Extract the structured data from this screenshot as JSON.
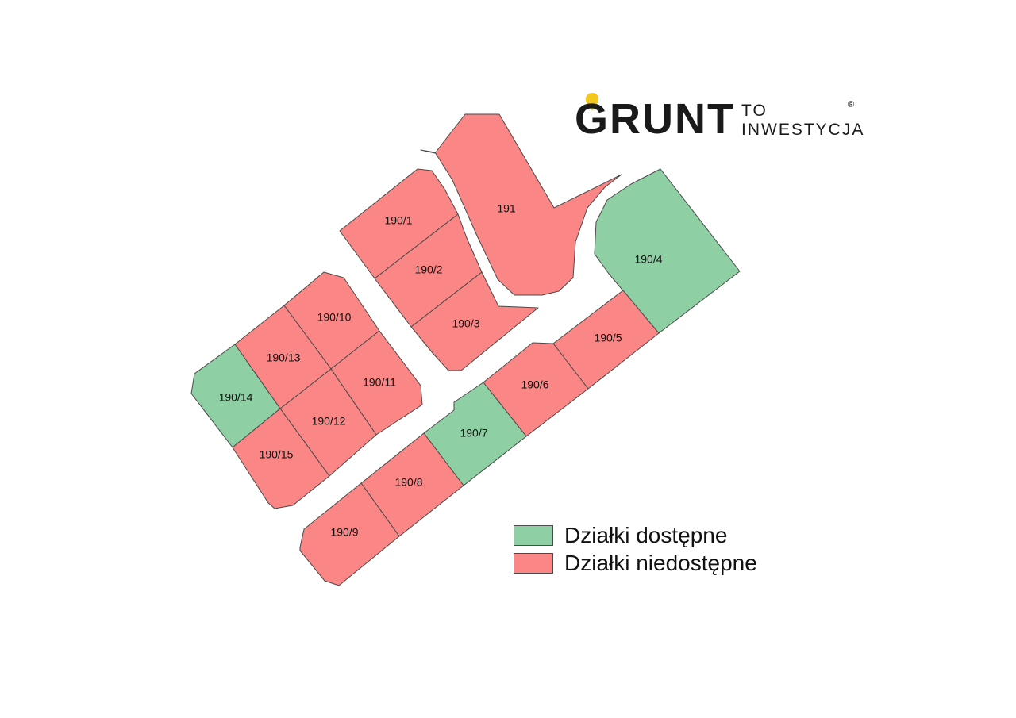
{
  "colors": {
    "available": "#8ecfa4",
    "unavailable": "#fb8686",
    "outline": "#4a4a4a",
    "logo_accent": "#f2c81f"
  },
  "logo": {
    "word": "GRUNT",
    "line1": "TO",
    "line2": "INWESTYCJA",
    "registered": "®"
  },
  "legend": [
    {
      "label": "Działki dostępne",
      "status": "available"
    },
    {
      "label": "Działki niedostępne",
      "status": "unavailable"
    }
  ],
  "plots": [
    {
      "id": "191",
      "status": "unavailable"
    },
    {
      "id": "190/1",
      "status": "unavailable"
    },
    {
      "id": "190/2",
      "status": "unavailable"
    },
    {
      "id": "190/3",
      "status": "unavailable"
    },
    {
      "id": "190/4",
      "status": "available"
    },
    {
      "id": "190/5",
      "status": "unavailable"
    },
    {
      "id": "190/6",
      "status": "unavailable"
    },
    {
      "id": "190/7",
      "status": "available"
    },
    {
      "id": "190/8",
      "status": "unavailable"
    },
    {
      "id": "190/9",
      "status": "unavailable"
    },
    {
      "id": "190/10",
      "status": "unavailable"
    },
    {
      "id": "190/11",
      "status": "unavailable"
    },
    {
      "id": "190/12",
      "status": "unavailable"
    },
    {
      "id": "190/13",
      "status": "unavailable"
    },
    {
      "id": "190/14",
      "status": "available"
    },
    {
      "id": "190/15",
      "status": "unavailable"
    }
  ]
}
